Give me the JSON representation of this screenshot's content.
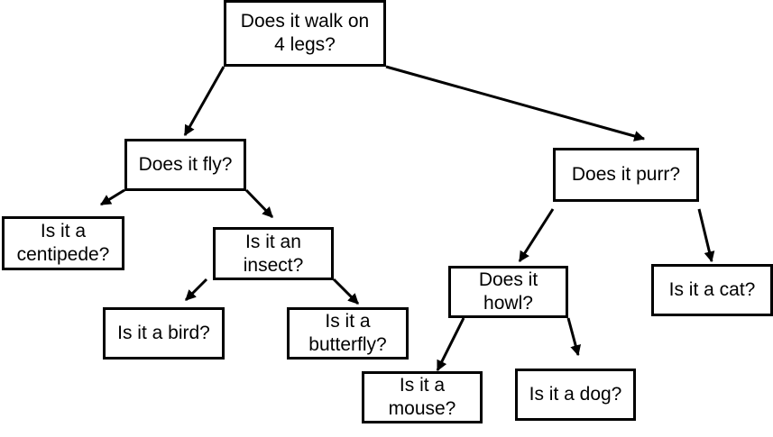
{
  "colors": {
    "stroke": "#000000",
    "background": "#ffffff",
    "text": "#000000"
  },
  "nodes": {
    "walk4": "Does it walk on\n4 legs?",
    "fly": "Does it fly?",
    "purr": "Does it purr?",
    "centipede": "Is it a\ncentipede?",
    "insect": "Is it an\ninsect?",
    "bird": "Is it a bird?",
    "butterfly": "Is it a\nbutterfly?",
    "howl": "Does it\nhowl?",
    "cat": "Is it a cat?",
    "mouse": "Is it a\nmouse?",
    "dog": "Is it a dog?"
  },
  "edges": [
    [
      "walk4",
      "fly"
    ],
    [
      "walk4",
      "purr"
    ],
    [
      "fly",
      "centipede"
    ],
    [
      "fly",
      "insect"
    ],
    [
      "insect",
      "bird"
    ],
    [
      "insect",
      "butterfly"
    ],
    [
      "purr",
      "howl"
    ],
    [
      "purr",
      "cat"
    ],
    [
      "howl",
      "mouse"
    ],
    [
      "howl",
      "dog"
    ]
  ]
}
